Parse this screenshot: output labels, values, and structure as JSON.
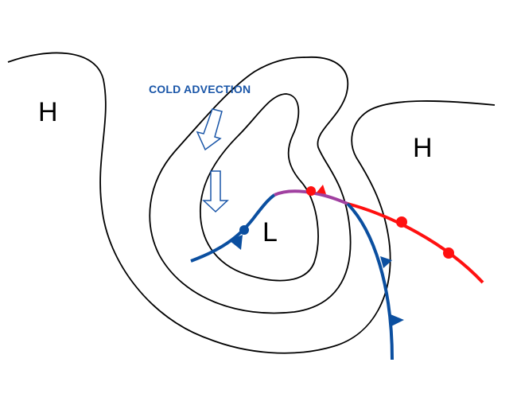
{
  "labels": {
    "high_left": "H",
    "high_right": "H",
    "low": "L",
    "cold_advection": "COLD ADVECTION"
  },
  "colors": {
    "cold_front": "#0b4fa0",
    "warm_front": "#ff1010",
    "occluded_front": "#a040a0",
    "isobar": "#000000",
    "advection_arrow": "#1a56a8"
  }
}
